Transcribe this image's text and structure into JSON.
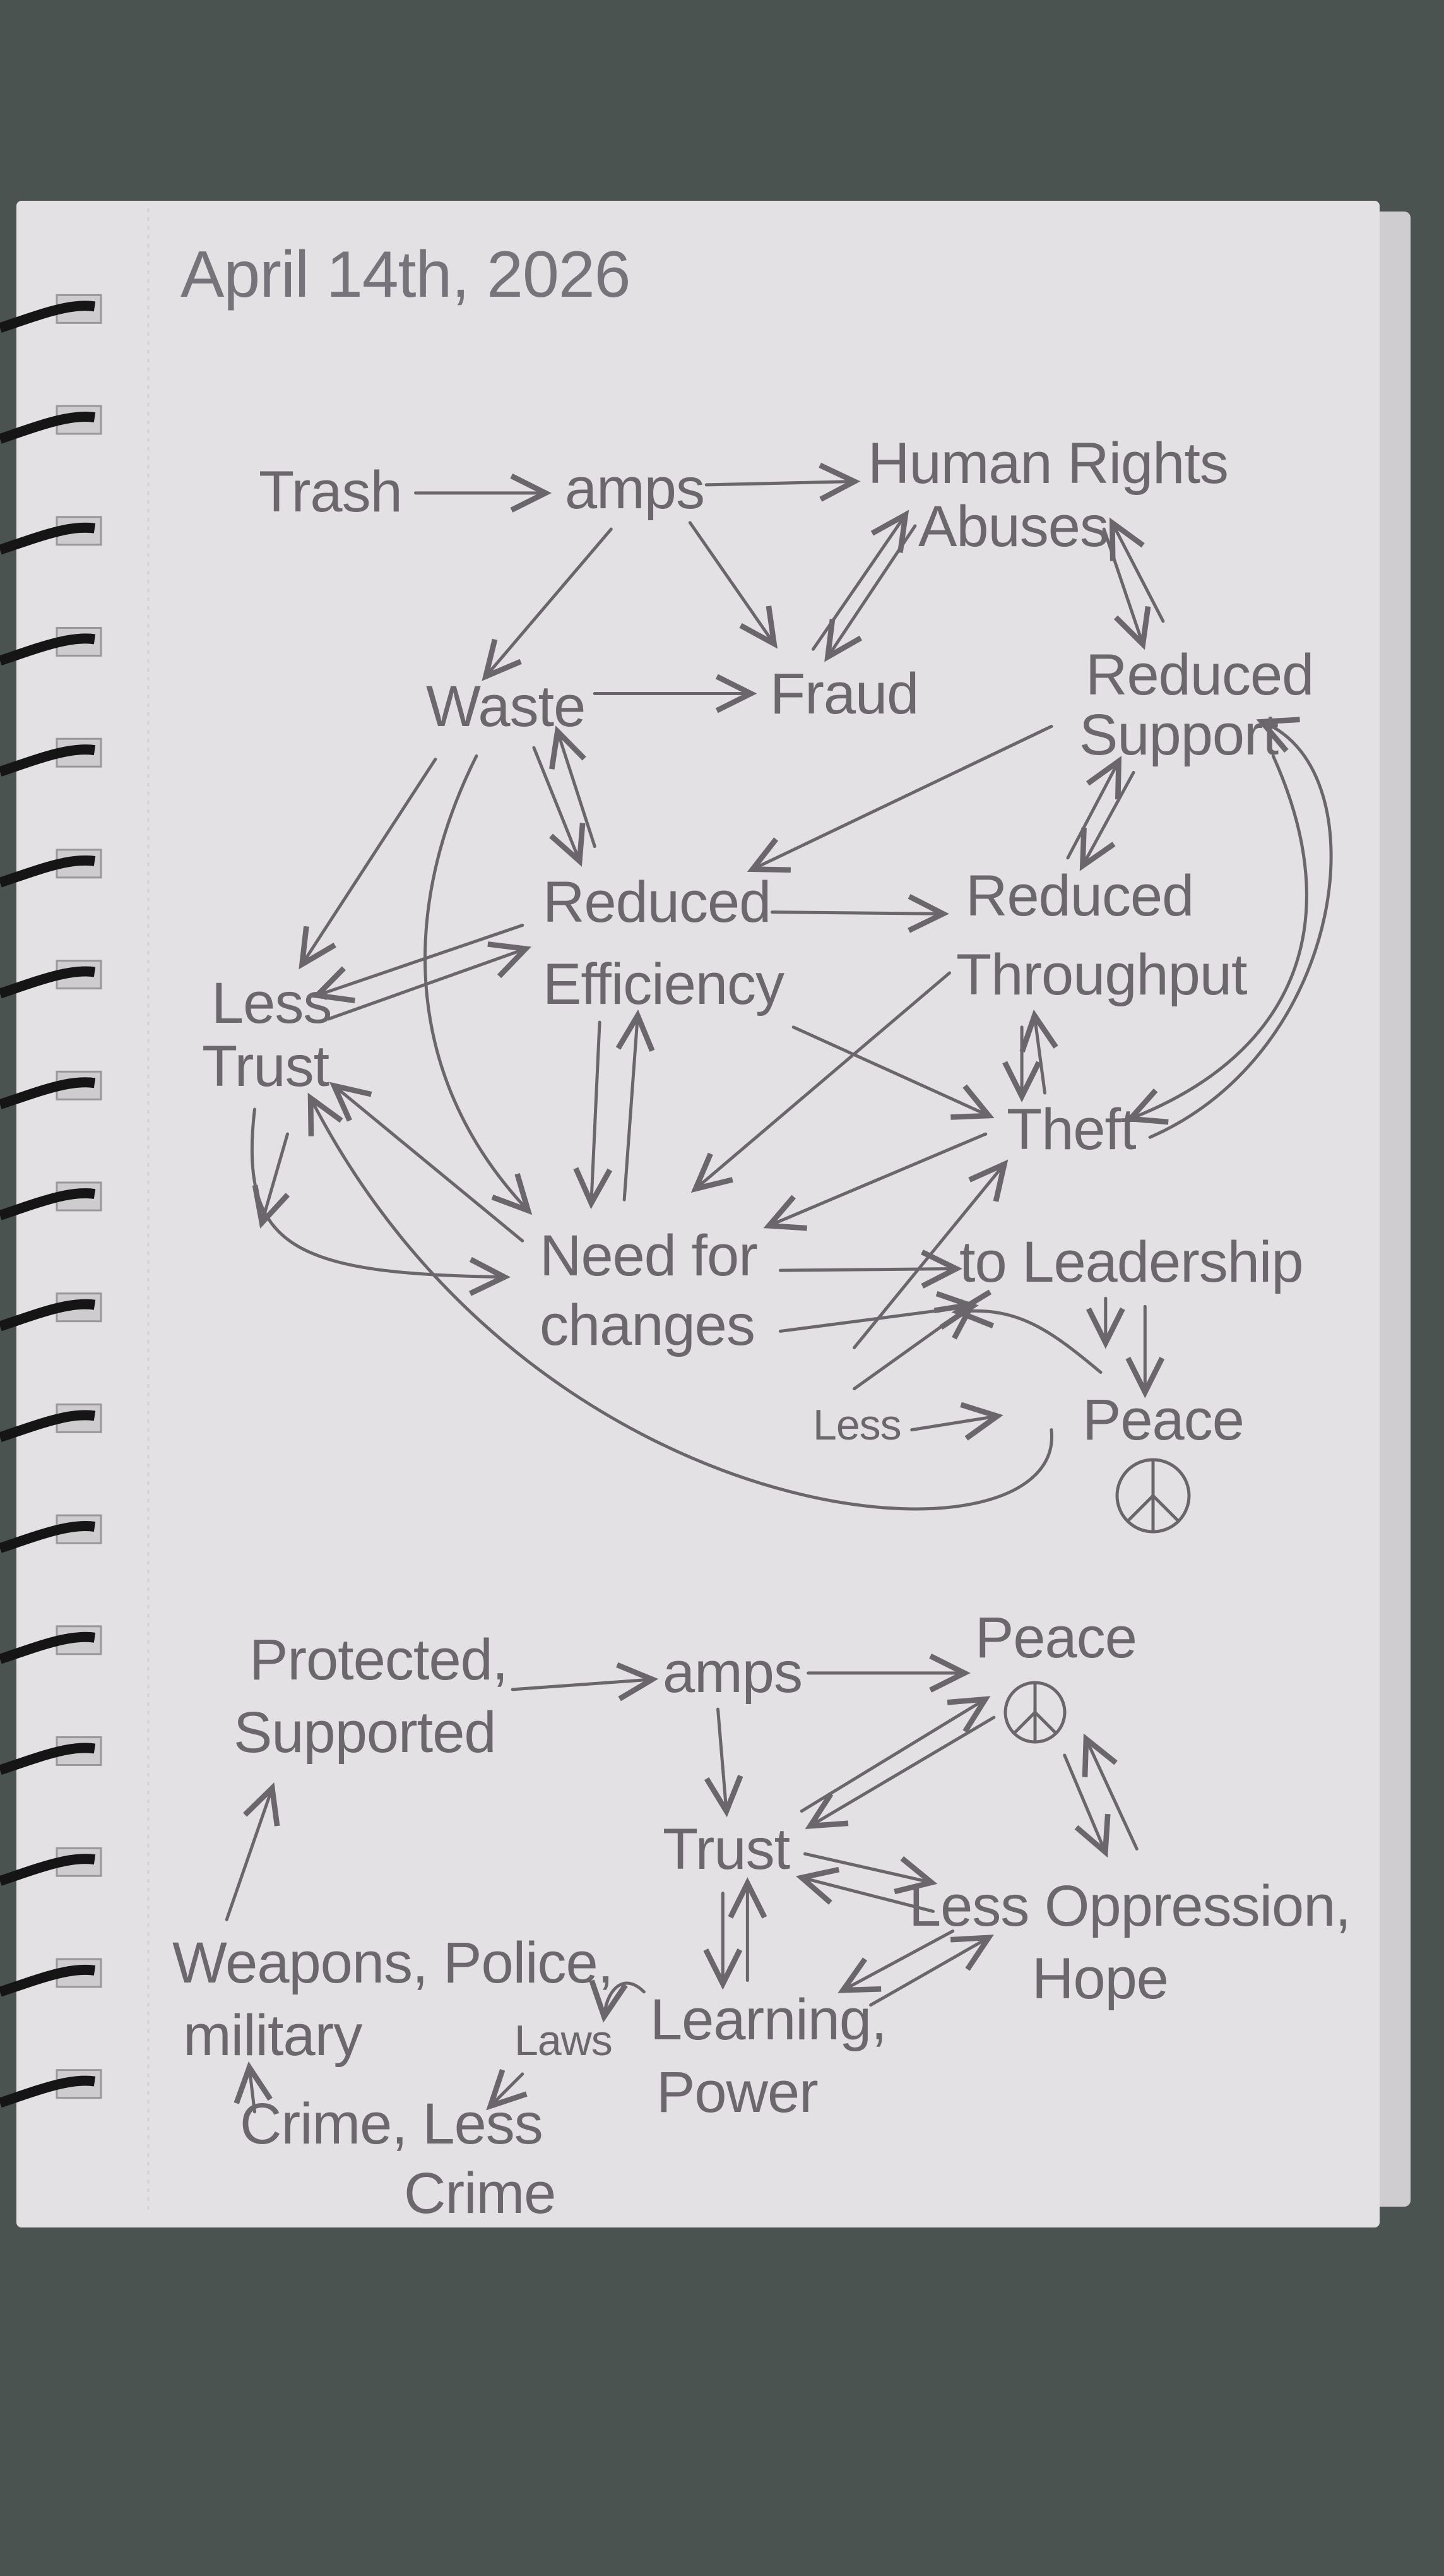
{
  "date": "April 14th, 2026",
  "top_diagram": {
    "trash": "Trash",
    "amps": "amps",
    "human_rights_1": "Human Rights",
    "human_rights_2": "Abuses",
    "waste": "Waste",
    "fraud": "Fraud",
    "reduced_support_1": "Reduced",
    "reduced_support_2": "Support",
    "reduced_efficiency_1": "Reduced",
    "reduced_efficiency_2": "Efficiency",
    "reduced_throughput_1": "Reduced",
    "reduced_throughput_2": "Throughput",
    "less_trust_1": "Less",
    "less_trust_2": "Trust",
    "theft": "Theft",
    "need_1": "Need for",
    "need_2": "changes",
    "leadership": "to Leadership",
    "less": "Less",
    "peace": "Peace"
  },
  "bottom_diagram": {
    "protected_1": "Protected,",
    "protected_2": "Supported",
    "amps": "amps",
    "peace": "Peace",
    "trust": "Trust",
    "oppression_1": "Less Oppression,",
    "oppression_2": "Hope",
    "weapons_1": "Weapons, Police,",
    "weapons_2": "military",
    "laws": "Laws",
    "learning_1": "Learning,",
    "learning_2": "Power",
    "crime_1": "Crime, Less",
    "crime_2": "Crime"
  },
  "colors": {
    "paper": "#e4e1e4",
    "pencil": "#6b676c",
    "background": "#4b5351"
  }
}
